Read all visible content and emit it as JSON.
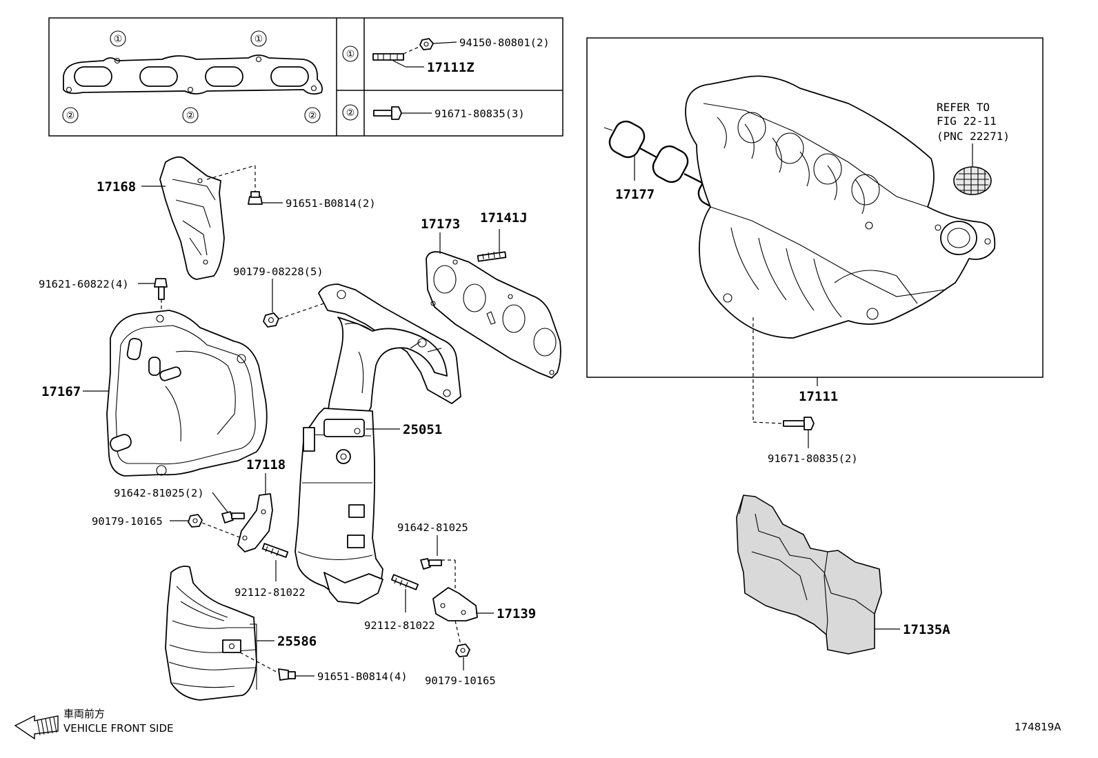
{
  "inset_box": {
    "gasket_marks": [
      "①",
      "①",
      "②",
      "②",
      "②"
    ],
    "rows": [
      {
        "marker": "①",
        "nut": "94150-80801(2)",
        "stud": "17111Z"
      },
      {
        "marker": "②",
        "bolt": "91671-80835(3)"
      }
    ]
  },
  "intake_box": {
    "refer_line1": "REFER TO",
    "refer_line2": "FIG 22-11",
    "refer_line3": "(PNC 22271)",
    "gasket": "17177",
    "manifold": "17111",
    "bolt": "91671-80835(2)"
  },
  "labels": {
    "p17168": "17168",
    "p91651a": "91651-B0814(2)",
    "p91621": "91621-60822(4)",
    "p90179a": "90179-08228(5)",
    "p17173": "17173",
    "p17141j": "17141J",
    "p17167": "17167",
    "p25051": "25051",
    "p17118": "17118",
    "p91642a": "91642-81025(2)",
    "p90179b": "90179-10165",
    "p92112a": "92112-81022",
    "p91642b": "91642-81025",
    "p92112b": "92112-81022",
    "p17139": "17139",
    "p90179c": "90179-10165",
    "p25586": "25586",
    "p91651b": "91651-B0814(4)",
    "p17135a": "17135A"
  },
  "footer": {
    "front_jp": "車両前方",
    "front_en": "VEHICLE FRONT SIDE",
    "figure_id": "174819A"
  }
}
